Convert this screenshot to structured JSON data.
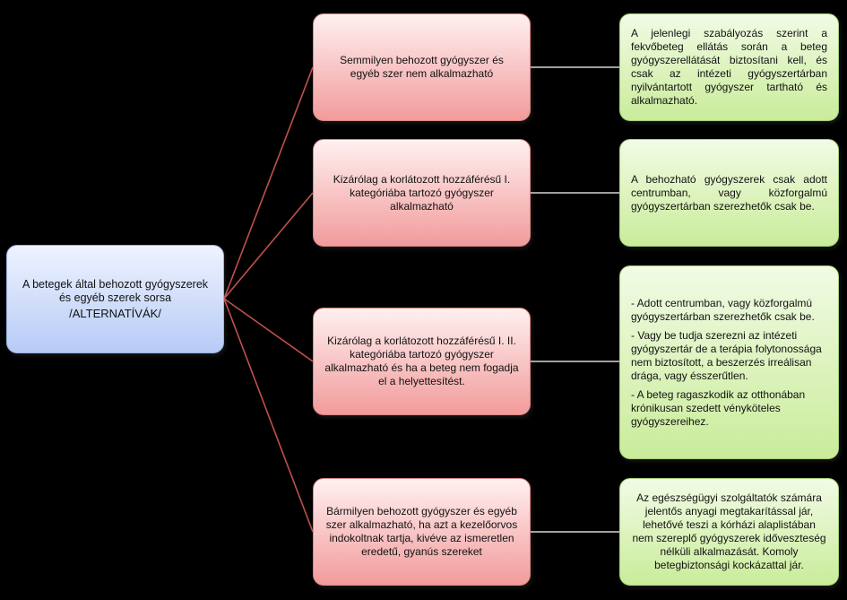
{
  "colors": {
    "background": "#000000",
    "connector": "#c0504d",
    "root_fill": "#b7cbf6",
    "category_fill": "#f29b9b",
    "note_fill": "#c9ec9a"
  },
  "root": {
    "line1": "A betegek által behozott gyógyszerek és egyéb szerek sorsa",
    "line2": "/ALTERNATÍVÁK/"
  },
  "categories": [
    {
      "text": "Semmilyen behozott gyógyszer és egyéb szer nem alkalmazható"
    },
    {
      "text": "Kizárólag a korlátozott hozzáférésű I. kategóriába tartozó gyógyszer alkalmazható"
    },
    {
      "text": "Kizárólag a korlátozott hozzáférésű I. II. kategóriába tartozó gyógyszer alkalmazható és ha a beteg nem fogadja el a helyettesítést."
    },
    {
      "text": "Bármilyen behozott gyógyszer és egyéb szer alkalmazható, ha azt a kezelőorvos indokoltnak tartja, kivéve az ismeretlen eredetű, gyanús szereket"
    }
  ],
  "notes": [
    {
      "text": "A jelenlegi szabályozás szerint a fekvőbeteg ellátás során a beteg gyógyszerellátását biztosítani kell, és csak az intézeti gyógyszertárban nyilvántartott gyógyszer tartható és alkalmazható."
    },
    {
      "text": "A behozható gyógyszerek csak adott centrumban, vagy közforgalmú gyógyszertárban szerezhetők csak be."
    },
    {
      "items": [
        "- Adott centrumban, vagy közforgalmú gyógyszertárban szerezhetők csak be.",
        "- Vagy be tudja szerezni az intézeti gyógyszertár de a terápia folytonossága nem biztosított, a beszerzés irreálisan drága, vagy ésszerűtlen.",
        "- A beteg ragaszkodik az otthonában krónikusan szedett vényköteles gyógyszereihez."
      ]
    },
    {
      "text": "Az egészségügyi szolgáltatók számára jelentős anyagi megtakarítással jár, lehetővé teszi a kórházi alaplistában nem szereplő gyógyszerek időveszteség nélküli alkalmazását. Komoly betegbiztonsági kockázattal jár."
    }
  ]
}
